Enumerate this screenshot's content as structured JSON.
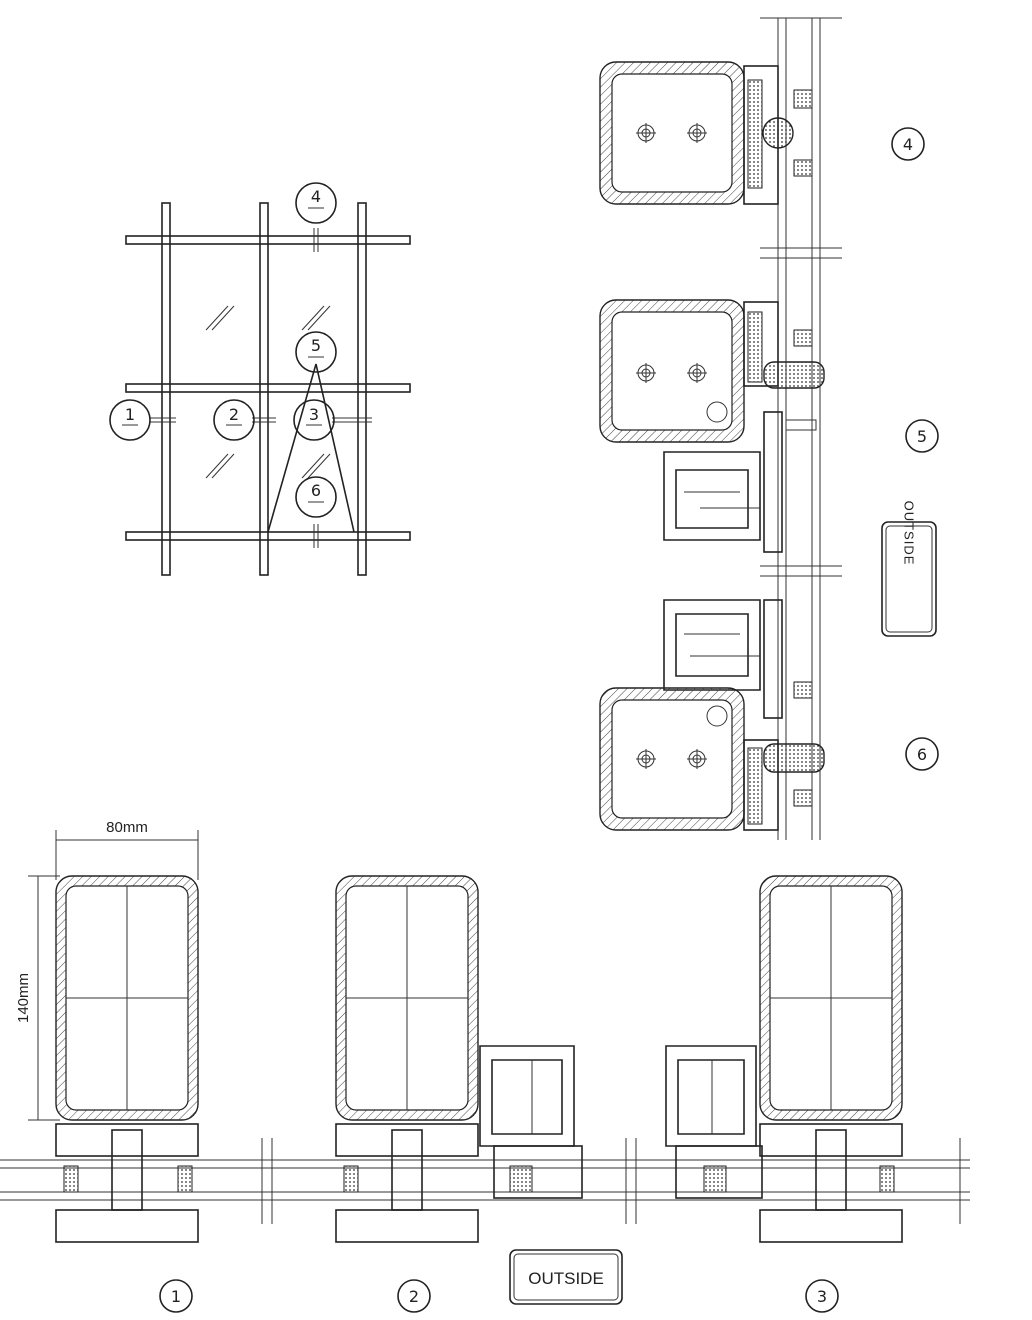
{
  "grid_labels": [
    "1",
    "2",
    "3",
    "4",
    "5",
    "6"
  ],
  "detail_labels": {
    "top_4": "4",
    "top_5": "5",
    "top_6": "6",
    "bottom_1": "1",
    "bottom_2": "2",
    "bottom_3": "3"
  },
  "dimensions": {
    "width_label": "80mm",
    "height_label": "140mm"
  },
  "outside_vertical": "OUTSIDE",
  "outside_horizontal": "OUTSIDE",
  "colors": {
    "line": "#222222",
    "background": "#ffffff"
  }
}
